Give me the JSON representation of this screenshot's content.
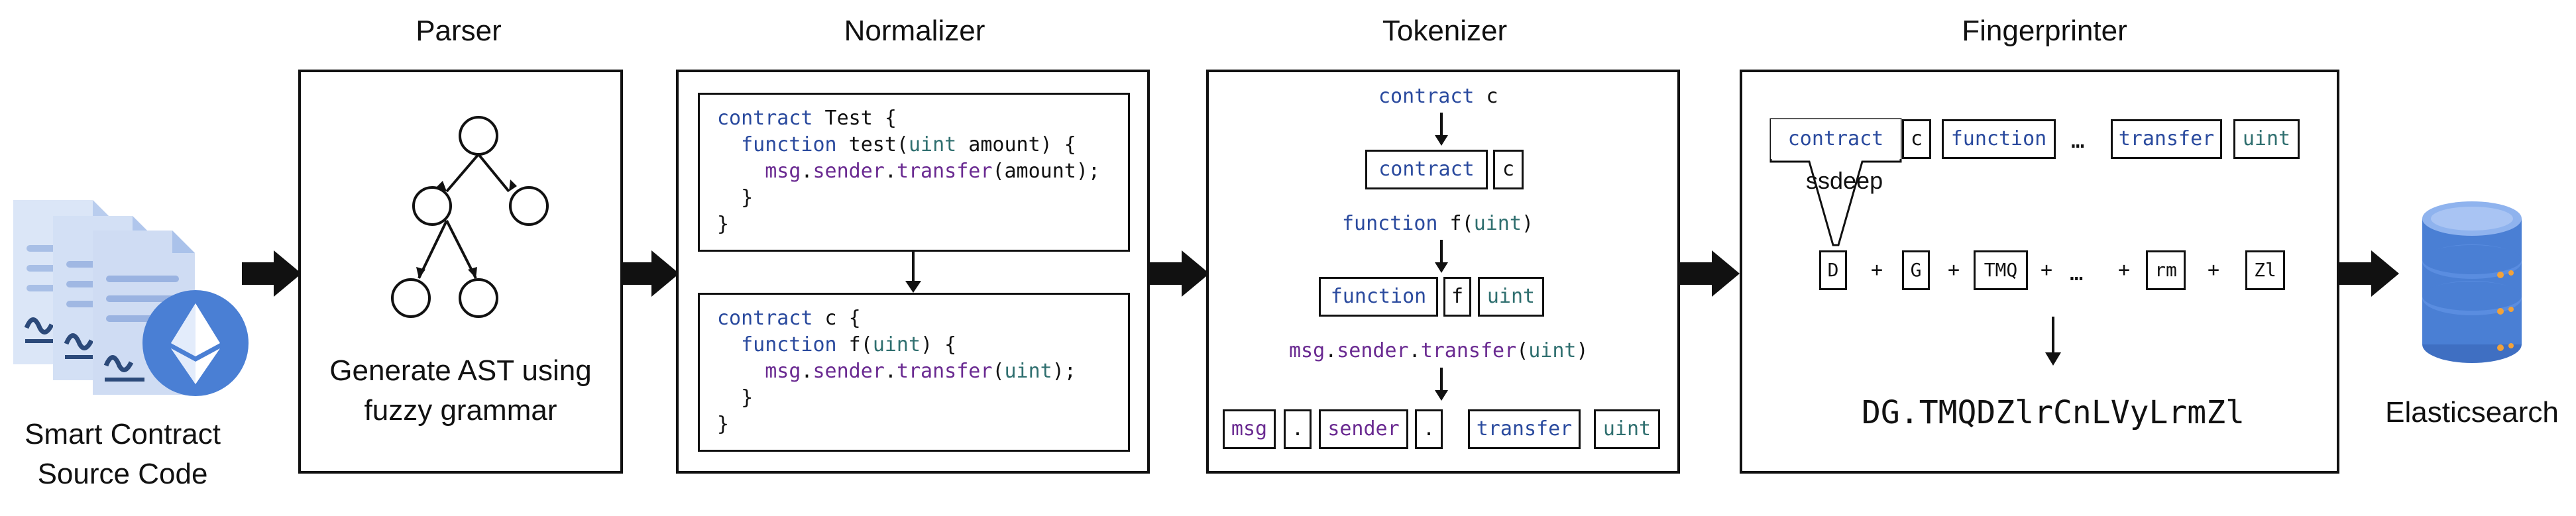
{
  "stages": {
    "parser": "Parser",
    "normalizer": "Normalizer",
    "tokenizer": "Tokenizer",
    "fingerprinter": "Fingerprinter"
  },
  "input": {
    "line1": "Smart Contract",
    "line2": "Source Code"
  },
  "output": {
    "label": "Elasticsearch"
  },
  "parser": {
    "line1": "Generate AST using",
    "line2": "fuzzy grammar"
  },
  "normalizer": {
    "before": {
      "l1_kw": "contract",
      "l1_rest": " Test {",
      "l2_kw": "function",
      "l2_mid": " test(",
      "l2_ty": "uint",
      "l2_rest": " amount) {",
      "l3_m1": "msg",
      "l3_d1": ".",
      "l3_m2": "sender",
      "l3_d2": ".",
      "l3_m3": "transfer",
      "l3_rest": "(amount);",
      "l4": "}",
      "l5": "}"
    },
    "after": {
      "l1_kw": "contract",
      "l1_rest": " c {",
      "l2_kw": "function",
      "l2_mid": " f(",
      "l2_ty": "uint",
      "l2_rest": ") {",
      "l3_m1": "msg",
      "l3_d1": ".",
      "l3_m2": "sender",
      "l3_d2": ".",
      "l3_m3": "transfer",
      "l3_open": "(",
      "l3_ty": "uint",
      "l3_rest": ");",
      "l4": "}",
      "l5": "}"
    }
  },
  "tokenizer": {
    "line1_kw": "contract",
    "line1_rest": " c",
    "tokens1": [
      "contract",
      "c"
    ],
    "line2_kw": "function",
    "line2_mid": " f(",
    "line2_ty": "uint",
    "line2_rest": ")",
    "tokens2": [
      "function",
      "f",
      "uint"
    ],
    "line3_m1": "msg",
    "line3_d1": ".",
    "line3_m2": "sender",
    "line3_d2": ".",
    "line3_m3": "transfer",
    "line3_open": "(",
    "line3_ty": "uint",
    "line3_rest": ")",
    "tokens3": [
      "msg",
      ".",
      "sender",
      ".",
      "transfer",
      "uint"
    ]
  },
  "fingerprinter": {
    "top_tokens": [
      "contract",
      "c",
      "function",
      "…",
      "transfer",
      "uint"
    ],
    "ssdeep": "ssdeep",
    "hash_tokens": [
      "D",
      "+",
      "G",
      "+",
      "TMQ",
      "+",
      "…",
      "+",
      "rm",
      "+",
      "Zl"
    ],
    "result": "DG.TMQDZlrCnLVyLrmZl"
  },
  "colors": {
    "keyword": "#2a4a9e",
    "type": "#2f6f6f",
    "member": "#6a2a91",
    "db": "#4a7fd4"
  }
}
